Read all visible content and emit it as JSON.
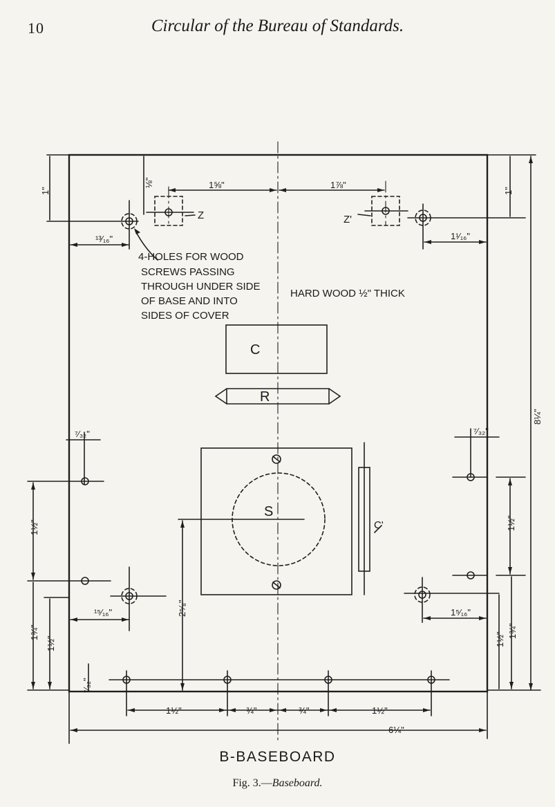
{
  "header": {
    "page_number": "10",
    "running_title": "Circular of the Bureau of Standards."
  },
  "drawing": {
    "note_holes": [
      "4-HOLES FOR WOOD",
      "SCREWS PASSING",
      "THROUGH UNDER SIDE",
      "OF BASE AND INTO",
      "SIDES OF COVER"
    ],
    "material_note": "HARD WOOD ½\" THICK",
    "labels": {
      "c": "C",
      "r": "R",
      "s": "S",
      "c_prime": "C'",
      "z_left": "Z",
      "z_right": "Z'"
    },
    "dimensions": {
      "top_margin_left": "1\"",
      "top_margin_right": "1\"",
      "z_offset_small": "⅛\"",
      "z_left_to_center": "1⅝\"",
      "z_right_to_center": "1⅞\"",
      "hole_left_offset": "¹³⁄₁₆\"",
      "hole_right_offset": "1¹⁄₁₆\"",
      "total_height": "8¼\"",
      "edge_left_mid": "⁷⁄₃₂\"",
      "edge_right_mid": "⁷⁄₃₂\"",
      "left_hole_spacing": "1½\"",
      "right_hole_spacing": "1½\"",
      "s_height": "2⁵⁄₈\"",
      "lower_hole_left_offset": "¹⁵⁄₁₆\"",
      "lower_hole_right_offset": "1⁵⁄₁₆\"",
      "bottom_left_a": "1¾\"",
      "bottom_left_b": "1½\"",
      "bottom_right_a": "1½\"",
      "bottom_right_b": "1¾\"",
      "bottom_edge": "⁷⁄₃₂\"",
      "spacing_left_outer": "1½\"",
      "spacing_left_inner": "¾\"",
      "spacing_right_inner": "¾\"",
      "spacing_right_outer": "1½\"",
      "total_width": "6¼\""
    }
  },
  "figure": {
    "title": "B-BASEBOARD",
    "caption_prefix": "Fig. 3.—",
    "caption_italic": "Baseboard."
  }
}
